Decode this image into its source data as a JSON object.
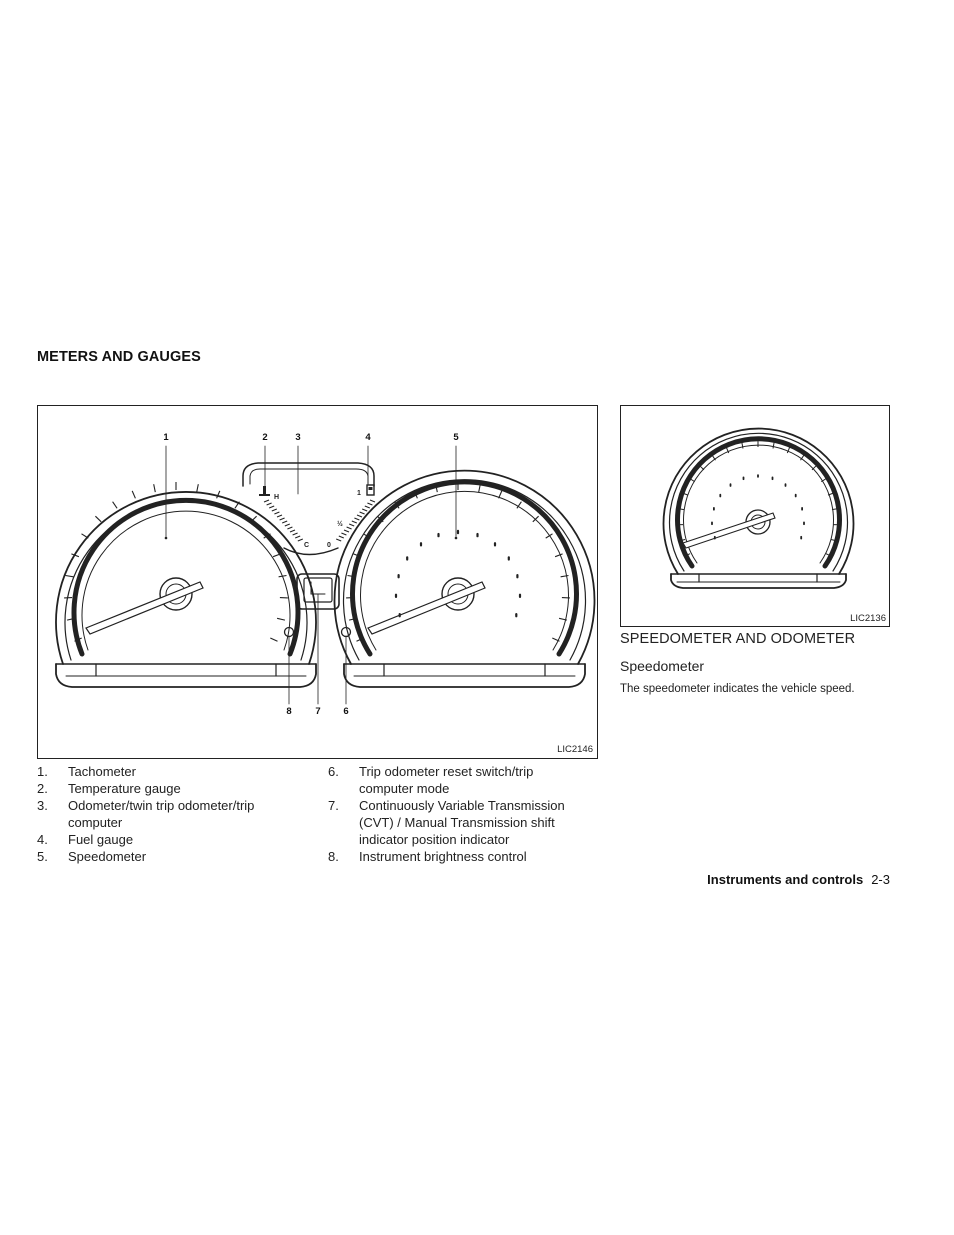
{
  "section": {
    "title": "METERS AND GAUGES"
  },
  "figure_main": {
    "id": "LIC2146",
    "callouts": [
      "1",
      "2",
      "3",
      "4",
      "5",
      "8",
      "7",
      "6"
    ],
    "gauge_marks": {
      "hot": "H",
      "cold": "C",
      "full": "1",
      "half": "½",
      "empty": "0"
    }
  },
  "legend": {
    "left": [
      {
        "num": "1.",
        "text": "Tachometer"
      },
      {
        "num": "2.",
        "text": "Temperature gauge"
      },
      {
        "num": "3.",
        "text": "Odometer/twin trip odometer/trip computer"
      },
      {
        "num": "4.",
        "text": "Fuel gauge"
      },
      {
        "num": "5.",
        "text": "Speedometer"
      }
    ],
    "right": [
      {
        "num": "6.",
        "text": "Trip odometer reset switch/trip computer mode"
      },
      {
        "num": "7.",
        "text": "Continuously Variable Transmission (CVT) / Manual Transmission shift indicator position indicator"
      },
      {
        "num": "8.",
        "text": "Instrument brightness control"
      }
    ]
  },
  "figure_small": {
    "id": "LIC2136"
  },
  "speedo": {
    "heading": "SPEEDOMETER AND ODOMETER",
    "subheading": "Speedometer",
    "body": "The speedometer indicates the vehicle speed."
  },
  "footer": {
    "chapter": "Instruments and controls",
    "page": "2-3"
  },
  "icons": [
    "temperature-icon",
    "fuel-pump-icon"
  ]
}
